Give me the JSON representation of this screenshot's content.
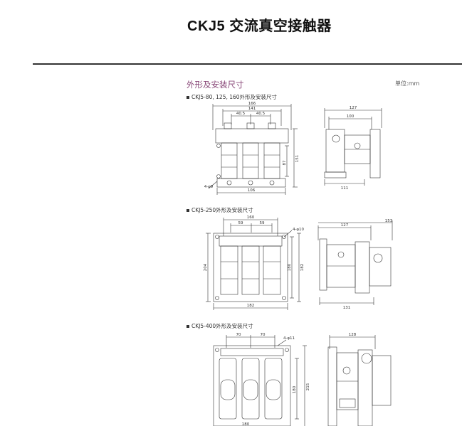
{
  "header": {
    "title": "CKJ5 交流真空接触器"
  },
  "section": {
    "title": "外形及安装尺寸",
    "unit": "单位:mm"
  },
  "figures": [
    {
      "label": "CKJ5-80, 125, 160外形及安装尺寸",
      "dims": [
        "166",
        "141",
        "40.5",
        "40.5",
        "151",
        "87",
        "4-φ9",
        "106",
        "127",
        "100",
        "111"
      ]
    },
    {
      "label": "CKJ5-250外形及安装尺寸",
      "dims": [
        "160",
        "59",
        "59",
        "4-φ10",
        "204",
        "180",
        "182",
        "182",
        "127",
        "153",
        "131"
      ]
    },
    {
      "label": "CKJ5-400外形及安装尺寸",
      "dims": [
        "70",
        "70",
        "4-φ11",
        "180",
        "215",
        "180",
        "128"
      ]
    }
  ]
}
